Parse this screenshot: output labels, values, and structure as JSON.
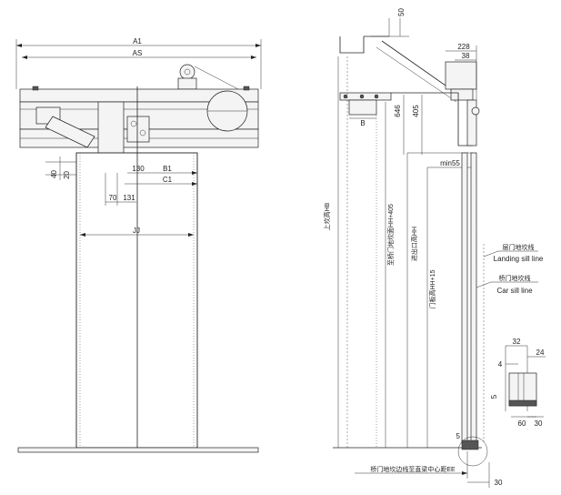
{
  "front_view": {
    "dims": {
      "a1": "A1",
      "as": "AS",
      "b1": "B1",
      "c1": "C1",
      "jj": "JJ",
      "d130": "130",
      "d40": "40",
      "d20": "20",
      "d70": "70",
      "d131": "131"
    }
  },
  "side_view": {
    "dims": {
      "d50": "50",
      "d228": "228",
      "d38": "38",
      "d646": "646",
      "d405": "405",
      "b": "B",
      "min55": "min55",
      "hb": "上坎高HB",
      "hh405": "至桥门地坎面HH+405",
      "hh": "进出口高HH",
      "hh15": "门板高HH+15",
      "ee": "桥门地坎边线至直梁中心距EE",
      "d30": "30"
    },
    "labels": {
      "landing_cn": "层门地坎线",
      "landing_en": "Landing sill line",
      "car_cn": "桥门地坎线",
      "car_en": "Car sill line"
    }
  },
  "detail": {
    "dims": {
      "d32": "32",
      "d24": "24",
      "d4": "4",
      "d5": "5",
      "d60": "60",
      "d30": "30"
    }
  }
}
